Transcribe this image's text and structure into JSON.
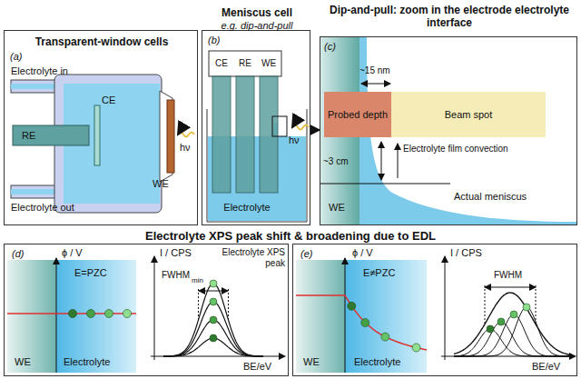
{
  "diagram": {
    "nodes": [
      {
        "text": [
          "Transparent-window cells",
          "(a)"
        ]
      },
      {
        "text": [
          "Meniscus cell",
          "e.g. dip-and-pull",
          "(b)"
        ]
      },
      {
        "text": [
          "Dip-and-pull: zoom in the electrode electrolyte interface",
          "(c)"
        ]
      },
      {
        "text": [
          "Probed depth"
        ],
        "in": 2
      },
      {
        "text": [
          "Beam spot"
        ],
        "in": 2
      },
      {
        "text": [
          "(d)"
        ]
      },
      {
        "text": [
          "(e)"
        ]
      }
    ],
    "edges": [
      {
        "from": 1,
        "to": 2,
        "arrow": "to"
      }
    ],
    "labels": [
      "Electrolyte in",
      "RE",
      "CE",
      "WE",
      "hν",
      "Electrolyte out",
      "CE",
      "RE",
      "WE",
      "hν",
      "Electrolyte",
      "~15 nm",
      "~3 cm",
      "Electrolyte film convection",
      "Actual meniscus",
      "WE",
      "Electrolyte XPS peak shift & broadening due to EDL",
      "ϕ / V",
      "E=PZC",
      "WE",
      "Electrolyte",
      "I / CPS",
      "FWHM",
      "min",
      "Electrolyte XPS peak",
      "BE/eV",
      "ϕ / V",
      "E≠PZC",
      "WE",
      "Electrolyte",
      "I / CPS",
      "FWHM",
      "BE/eV"
    ]
  }
}
